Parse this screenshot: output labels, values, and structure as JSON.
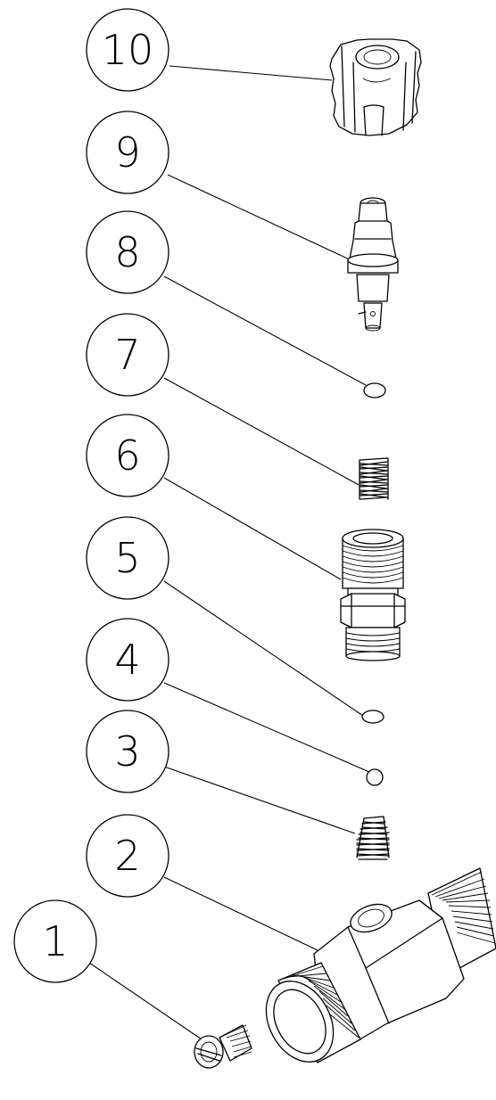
{
  "callouts": [
    {
      "id": "10",
      "label": "10"
    },
    {
      "id": "9",
      "label": "9"
    },
    {
      "id": "8",
      "label": "8"
    },
    {
      "id": "7",
      "label": "7"
    },
    {
      "id": "6",
      "label": "6"
    },
    {
      "id": "5",
      "label": "5"
    },
    {
      "id": "4",
      "label": "4"
    },
    {
      "id": "3",
      "label": "3"
    },
    {
      "id": "2",
      "label": "2"
    },
    {
      "id": "1",
      "label": "1"
    }
  ]
}
